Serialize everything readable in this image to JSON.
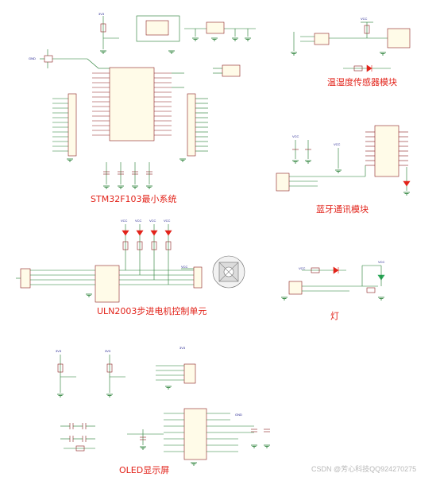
{
  "labels": {
    "stm32": "STM32F103最小系统",
    "temp_humidity": "温湿度传感器模块",
    "bluetooth": "蓝牙通讯模块",
    "uln2003": "ULN2003步进电机控制单元",
    "lamp": "灯",
    "oled": "OLED显示屏"
  },
  "watermark": "CSDN @芳心科技QQ924270275",
  "net_labels": {
    "vcc": "VCC",
    "gnd": "GND",
    "v33": "3V3"
  },
  "colors": {
    "wire": "#1f7a2e",
    "component": "#8a1f1f",
    "text_blue": "#1a1a8c",
    "label_red": "#e2231a"
  }
}
